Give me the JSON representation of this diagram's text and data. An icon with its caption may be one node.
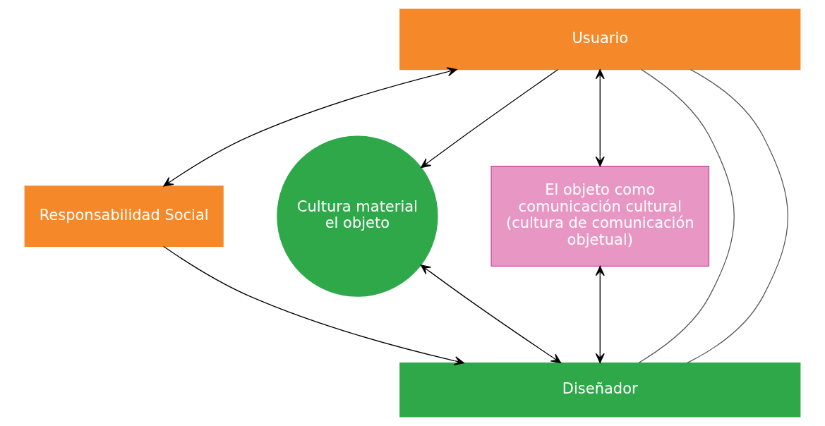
{
  "diagram": {
    "nodes": [
      {
        "text": [
          "Usuario"
        ]
      },
      {
        "text": [
          "Responsabilidad Social"
        ]
      },
      {
        "text": [
          "Cultura material",
          "el objeto"
        ]
      },
      {
        "text": [
          "El objeto como comunicación cultural (cultura de comunicación objetual)"
        ]
      },
      {
        "text": [
          "Diseñador"
        ]
      }
    ],
    "edges": [
      {
        "from": 0,
        "to": 4,
        "arrow": "none",
        "color": "#595959"
      },
      {
        "from": 0,
        "to": 1,
        "arrow": "both"
      },
      {
        "from": 0,
        "to": 2,
        "arrow": "to"
      },
      {
        "from": 0,
        "to": 3,
        "arrow": "both"
      },
      {
        "from": 1,
        "to": 4,
        "arrow": "to"
      },
      {
        "from": 2,
        "to": 4,
        "arrow": "both"
      },
      {
        "from": 3,
        "to": 4,
        "arrow": "both"
      },
      {
        "from": 0,
        "to": 4,
        "arrow": "none",
        "color": "#595959"
      }
    ]
  }
}
